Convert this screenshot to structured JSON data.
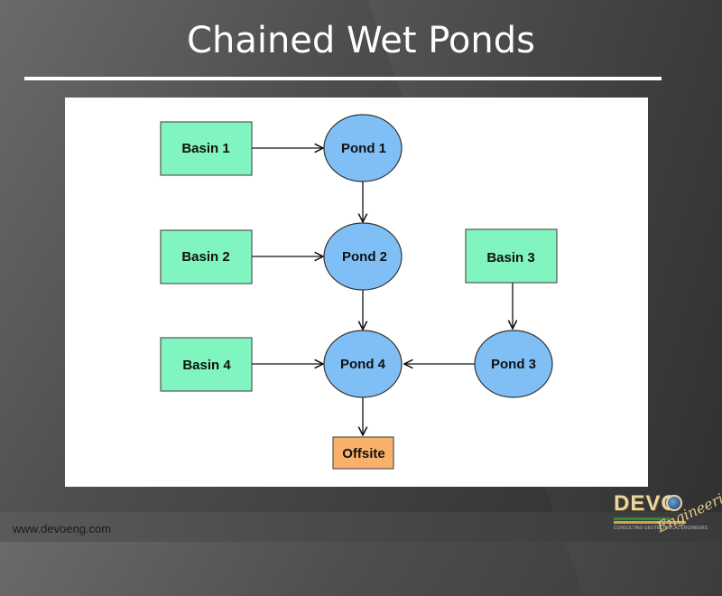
{
  "slide": {
    "title": "Chained Wet Ponds",
    "footer_url": "www.devoeng.com",
    "logo": {
      "name": "DEVO",
      "script": "Engineering",
      "tagline": "CONSULTING GEOTECHNICAL ENGINEERS"
    }
  },
  "diagram": {
    "colors": {
      "basin_fill": "#80f5c0",
      "pond_fill": "#80bff5",
      "offsite_fill": "#f9b06a",
      "stroke": "#333333"
    },
    "nodes": {
      "basin1": {
        "label": "Basin 1",
        "type": "basin"
      },
      "basin2": {
        "label": "Basin 2",
        "type": "basin"
      },
      "basin3": {
        "label": "Basin 3",
        "type": "basin"
      },
      "basin4": {
        "label": "Basin 4",
        "type": "basin"
      },
      "pond1": {
        "label": "Pond 1",
        "type": "pond"
      },
      "pond2": {
        "label": "Pond 2",
        "type": "pond"
      },
      "pond3": {
        "label": "Pond 3",
        "type": "pond"
      },
      "pond4": {
        "label": "Pond 4",
        "type": "pond"
      },
      "offsite": {
        "label": "Offsite",
        "type": "outlet"
      }
    },
    "edges": [
      {
        "from": "basin1",
        "to": "pond1"
      },
      {
        "from": "pond1",
        "to": "pond2"
      },
      {
        "from": "basin2",
        "to": "pond2"
      },
      {
        "from": "basin3",
        "to": "pond3"
      },
      {
        "from": "pond2",
        "to": "pond4"
      },
      {
        "from": "basin4",
        "to": "pond4"
      },
      {
        "from": "pond3",
        "to": "pond4"
      },
      {
        "from": "pond4",
        "to": "offsite"
      }
    ]
  }
}
